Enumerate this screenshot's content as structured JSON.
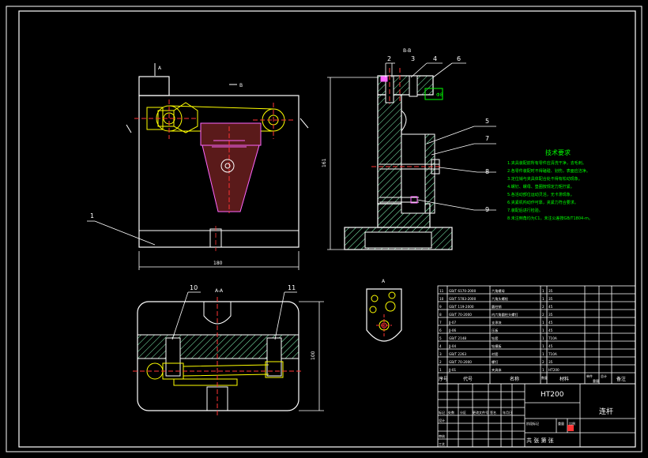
{
  "balloons": {
    "n1": "1",
    "n2": "2",
    "n3": "3",
    "n4": "4",
    "n5": "5",
    "n6": "6",
    "n7": "7",
    "n8": "8",
    "n9": "9",
    "n10": "10",
    "n11": "11"
  },
  "view_marks": {
    "front_arrow_a": "A",
    "top_marker_b": "B",
    "side_marker_b": "B-B",
    "section_marker": "A-A",
    "detail_marker": "A",
    "datum_tag": "Φ8"
  },
  "dimensions": {
    "front_width": "180",
    "side_height": "161",
    "bottom_height": "100"
  },
  "technical_requirements": {
    "title": "技术要求",
    "lines": [
      "1.夹具装配前所有零件应清洗干净，去毛刺。",
      "2.各零件装配时不得磕碰、划伤，表面应洁净。",
      "3.定位销与夹具体配合处不得有松动现象。",
      "4.螺钉、螺母、垫圈按规定力矩拧紧。",
      "5.各活动部位运动灵活，无卡滞现象。",
      "6.夹紧机构动作可靠，夹紧力符合要求。",
      "7.装配后进行检验。",
      "8.未注倒角均为C1，未注公差按GB/T1804-m。"
    ]
  },
  "bom": {
    "rows": [
      [
        "11",
        "GB/T 6170-2000",
        "六角螺母",
        "1",
        "35",
        ""
      ],
      [
        "10",
        "GB/T 5783-2000",
        "六角头螺栓",
        "1",
        "35",
        ""
      ],
      [
        "9",
        "GB/T 119-2000",
        "圆柱销",
        "2",
        "45",
        ""
      ],
      [
        "8",
        "GB/T 70-2000",
        "内六角圆柱头螺钉",
        "2",
        "35",
        ""
      ],
      [
        "7",
        "JJ-07",
        "支承块",
        "1",
        "45",
        ""
      ],
      [
        "6",
        "JJ-06",
        "压板",
        "1",
        "45",
        ""
      ],
      [
        "5",
        "GB/T 2148",
        "钻套",
        "1",
        "T10A",
        ""
      ],
      [
        "4",
        "JJ-04",
        "钻模板",
        "1",
        "45",
        ""
      ],
      [
        "3",
        "GB/T 2263",
        "衬套",
        "1",
        "T10A",
        ""
      ],
      [
        "2",
        "GB/T 70-2000",
        "螺钉",
        "2",
        "35",
        ""
      ],
      [
        "1",
        "JJ-01",
        "夹具体",
        "1",
        "HT200",
        ""
      ]
    ],
    "header": [
      "序号",
      "代号",
      "名称",
      "数量",
      "材料",
      "单件",
      "总计",
      "备注"
    ],
    "mass_header": "重量"
  },
  "title_block": {
    "material": "HT200",
    "drawing_name": "连杆",
    "row_labels": [
      "标记",
      "设计",
      "审核",
      "工艺"
    ],
    "cols": [
      "处数",
      "分区",
      "更改文件号",
      "签名",
      "年月日"
    ],
    "stage_labels": [
      "阶段标记",
      "重量",
      "比例"
    ],
    "sheets": "共 张 第 张"
  }
}
